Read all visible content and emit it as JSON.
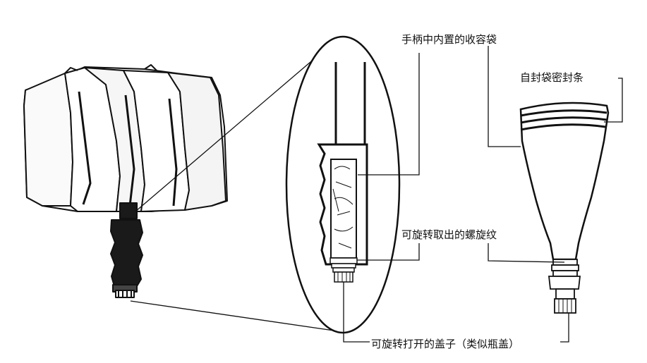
{
  "labels": {
    "storage_bag": "手柄中内置的收容袋",
    "seal_strip": "自封袋密封条",
    "screw_thread": "可旋转取出的螺旋纹",
    "cap": "可旋转打开的盖子（类似瓶盖）"
  },
  "colors": {
    "line": "#111111",
    "canopy_fill": "#ffffff",
    "handle_dark": "#1a1a1a"
  }
}
